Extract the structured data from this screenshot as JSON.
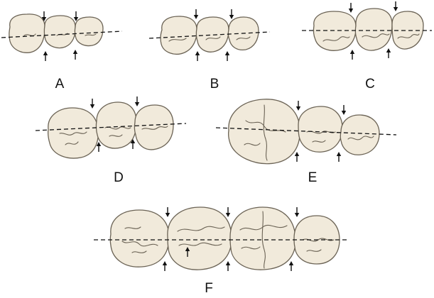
{
  "panels": [
    {
      "id": "A",
      "label": "A"
    },
    {
      "id": "B",
      "label": "B"
    },
    {
      "id": "C",
      "label": "C"
    },
    {
      "id": "D",
      "label": "D"
    },
    {
      "id": "E",
      "label": "E"
    },
    {
      "id": "F",
      "label": "F"
    }
  ],
  "colors": {
    "tooth_fill": "#f1eadb",
    "tooth_outline": "#6b6355",
    "line": "#111111"
  },
  "icons": {
    "contact_marker": "arrow-icon",
    "alignment": "dashed-line"
  }
}
